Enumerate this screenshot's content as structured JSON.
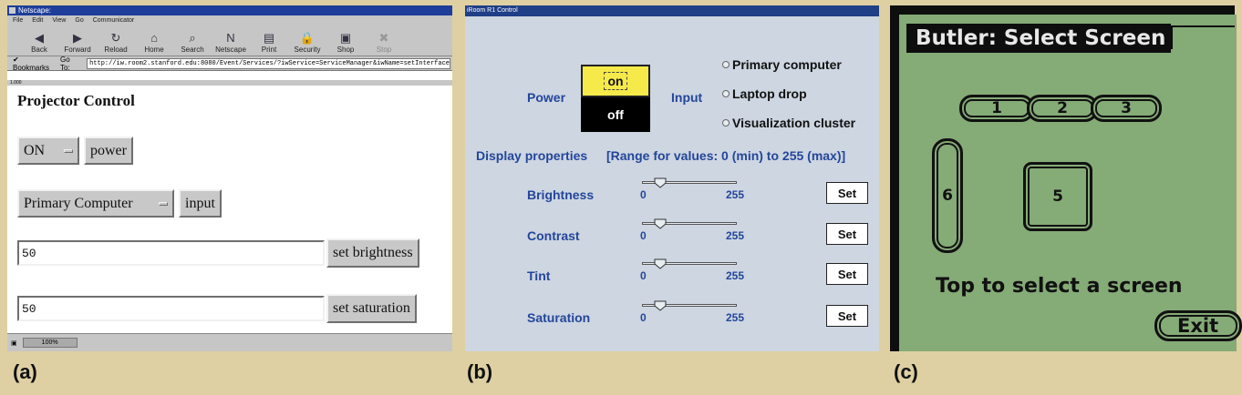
{
  "captions": [
    "(a)",
    "(b)",
    "(c)"
  ],
  "panel_a": {
    "window_title": "Netscape:",
    "menu": [
      "File",
      "Edit",
      "View",
      "Go",
      "Communicator"
    ],
    "toolbar": [
      {
        "label": "Back",
        "icon": "back-arrow-icon",
        "glyph": "◀"
      },
      {
        "label": "Forward",
        "icon": "forward-arrow-icon",
        "glyph": "▶"
      },
      {
        "label": "Reload",
        "icon": "reload-icon",
        "glyph": "↻"
      },
      {
        "label": "Home",
        "icon": "home-icon",
        "glyph": "⌂"
      },
      {
        "label": "Search",
        "icon": "search-icon",
        "glyph": "⌕"
      },
      {
        "label": "Netscape",
        "icon": "netscape-icon",
        "glyph": "N"
      },
      {
        "label": "Print",
        "icon": "print-icon",
        "glyph": "▤"
      },
      {
        "label": "Security",
        "icon": "security-icon",
        "glyph": "🔒"
      },
      {
        "label": "Shop",
        "icon": "shop-icon",
        "glyph": "▣"
      },
      {
        "label": "Stop",
        "icon": "stop-icon",
        "glyph": "✖",
        "disabled": true
      }
    ],
    "bookmarks_label": "Bookmarks",
    "goto_label": "Go To:",
    "url": "http://iw.room2.stanford.edu:8080/Event/Services/?iwService=ServiceManager&iwName=setInterface",
    "page_title": "Projector Control",
    "power_select": "ON",
    "power_button": "power",
    "input_select": "Primary Computer",
    "input_button": "input",
    "brightness_value": "50",
    "brightness_button": "set brightness",
    "saturation_value": "50",
    "saturation_button": "set saturation",
    "status_zoom": "100%",
    "strip_text": "1.000"
  },
  "panel_b": {
    "window_title": "iRoom R1 Control",
    "power_label": "Power",
    "on_label": "on",
    "off_label": "off",
    "input_label": "Input",
    "inputs": [
      "Primary computer",
      "Laptop drop",
      "Visualization cluster"
    ],
    "display_label": "Display properties",
    "range_label": "[Range for values: 0 (min) to 255 (max)]",
    "sliders": [
      {
        "label": "Brightness",
        "min": "0",
        "max": "255",
        "set": "Set",
        "value": 50
      },
      {
        "label": "Contrast",
        "min": "0",
        "max": "255",
        "set": "Set",
        "value": 50
      },
      {
        "label": "Tint",
        "min": "0",
        "max": "255",
        "set": "Set",
        "value": 50
      },
      {
        "label": "Saturation",
        "min": "0",
        "max": "255",
        "set": "Set",
        "value": 50
      }
    ]
  },
  "panel_c": {
    "title": "Butler: Select Screen",
    "screens": [
      "1",
      "2",
      "3",
      "5",
      "6"
    ],
    "instruction": "Top to select a screen",
    "exit_label": "Exit"
  }
}
